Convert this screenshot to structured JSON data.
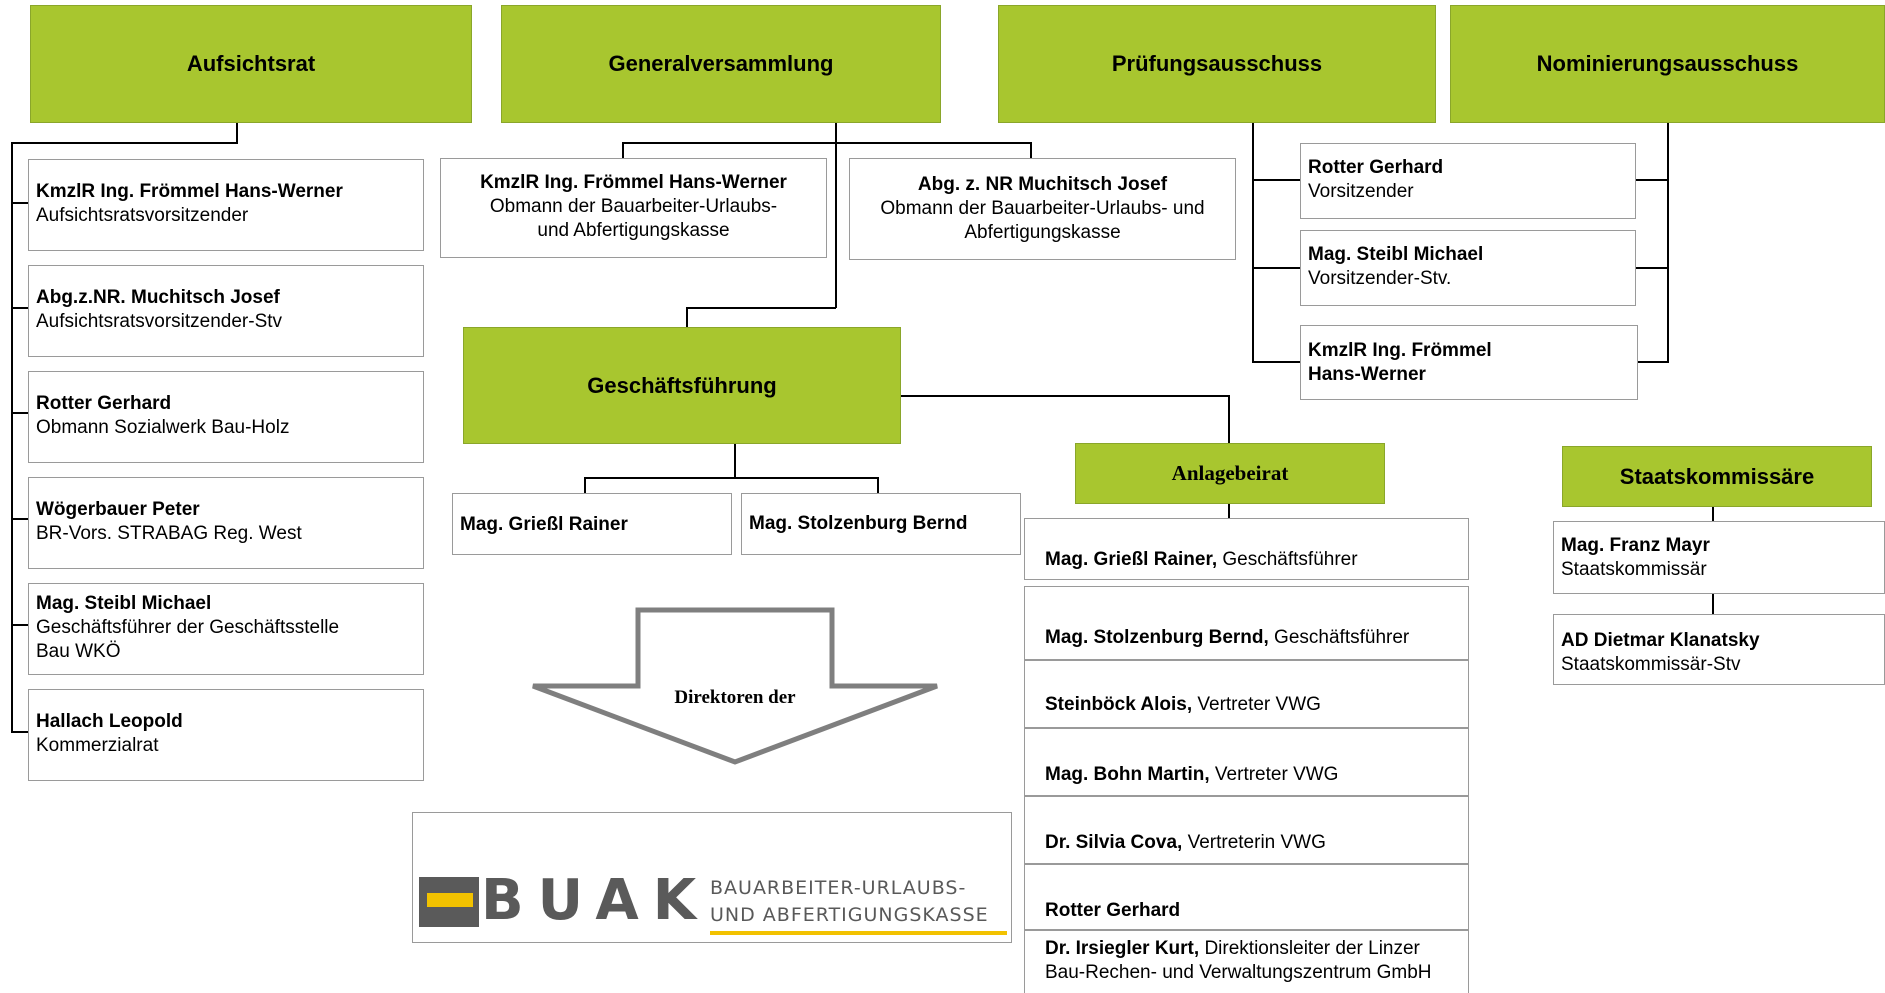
{
  "headers": {
    "aufsichtsrat": "Aufsichtsrat",
    "generalversammlung": "Generalversammlung",
    "pruefungsausschuss": "Prüfungsausschuss",
    "nominierungsausschuss": "Nominierungsausschuss",
    "geschaeftsfuehrung": "Geschäftsführung",
    "anlagebeirat": "Anlagebeirat",
    "staatskommissaere": "Staatskommissäre"
  },
  "aufsichtsrat_members": [
    {
      "name": "KmzlR Ing. Frömmel Hans-Werner",
      "role": "Aufsichtsratsvorsitzender"
    },
    {
      "name": "Abg.z.NR. Muchitsch Josef",
      "role": "Aufsichtsratsvorsitzender-Stv"
    },
    {
      "name": "Rotter Gerhard",
      "role": "Obmann Sozialwerk Bau-Holz"
    },
    {
      "name": "Wögerbauer Peter",
      "role": "BR-Vors. STRABAG Reg. West"
    },
    {
      "name": "Mag. Steibl Michael",
      "role": "Geschäftsführer der Geschäftsstelle",
      "role2": "Bau WKÖ"
    },
    {
      "name": "Hallach Leopold",
      "role": "Kommerzialrat"
    }
  ],
  "generalversammlung_members": [
    {
      "name": "KmzlR Ing. Frömmel Hans-Werner",
      "role": "Obmann der Bauarbeiter-Urlaubs-",
      "role2": "und Abfertigungskasse"
    },
    {
      "name": "Abg. z. NR Muchitsch Josef",
      "role": "Obmann der Bauarbeiter-Urlaubs- und",
      "role2": "Abfertigungskasse"
    }
  ],
  "pruefung_members": [
    {
      "name": "Rotter Gerhard",
      "role": "Vorsitzender"
    },
    {
      "name": "Mag. Steibl Michael",
      "role": "Vorsitzender-Stv."
    },
    {
      "name": "KmzlR Ing. Frömmel",
      "name2": "Hans-Werner"
    }
  ],
  "gf_members": [
    "Mag. Grießl Rainer",
    "Mag. Stolzenburg Bernd"
  ],
  "arrow_text": "Direktoren der",
  "logo": {
    "mark": "BUAK",
    "line1": "BAUARBEITER-URLAUBS-",
    "line2": "UND ABFERTIGUNGSKASSE",
    "accent": "#f2c200",
    "mark_color": "#5a5a5a"
  },
  "anlagebeirat_members": [
    {
      "name": "Mag. Grießl Rainer,",
      "role": " Geschäftsführer"
    },
    {
      "name": "Mag. Stolzenburg Bernd,",
      "role": " Geschäftsführer"
    },
    {
      "name": "Steinböck Alois,",
      "role": " Vertreter VWG"
    },
    {
      "name": "Mag. Bohn Martin,",
      "role": " Vertreter VWG"
    },
    {
      "name": "Dr. Silvia Cova,",
      "role": " Vertreterin VWG"
    },
    {
      "name": "Rotter Gerhard",
      "role": ""
    },
    {
      "name": "Dr. Irsiegler Kurt,",
      "role": " Direktionsleiter der Linzer",
      "role2": "Bau-Rechen- und Verwaltungszentrum GmbH"
    }
  ],
  "staatskommissaere_members": [
    {
      "name": "Mag. Franz Mayr",
      "role": "Staatskommissär"
    },
    {
      "name": "AD Dietmar Klanatsky",
      "role": "Staatskommissär-Stv"
    }
  ],
  "colors": {
    "header_green": "#a8c62f",
    "border_gray": "#9a9a9a",
    "line": "#000000"
  }
}
